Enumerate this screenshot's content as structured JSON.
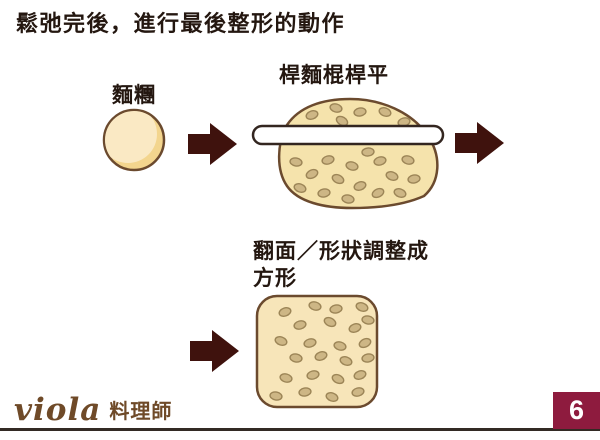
{
  "header": {
    "title": "鬆弛完後，進行最後整形的動作"
  },
  "diagram": {
    "step1_label": "麵糰",
    "step2_label": "桿麵棍桿平",
    "step3_label_line1": "翻面／形狀調整成",
    "step3_label_line2": "方形"
  },
  "footer": {
    "brand_script": "viola",
    "brand_text": "料理師",
    "page_number": "6"
  },
  "colors": {
    "title_text": "#241710",
    "arrow": "#3f120d",
    "ball_fill": "#fae9c4",
    "ball_shade": "#f3d58e",
    "dough_outline": "#6b4a2e",
    "blob_fill": "#f5e3ac",
    "square_fill": "#f7e5b9",
    "speckle_fill": "#cdb685",
    "speckle_outline": "#9c8557",
    "pin_fill": "#ffffff",
    "pin_outline": "#332620",
    "badge_bg": "#8e1b3e",
    "badge_text": "#ffffff",
    "brand_brown": "#6f4a28",
    "footer_line": "#332a24"
  }
}
